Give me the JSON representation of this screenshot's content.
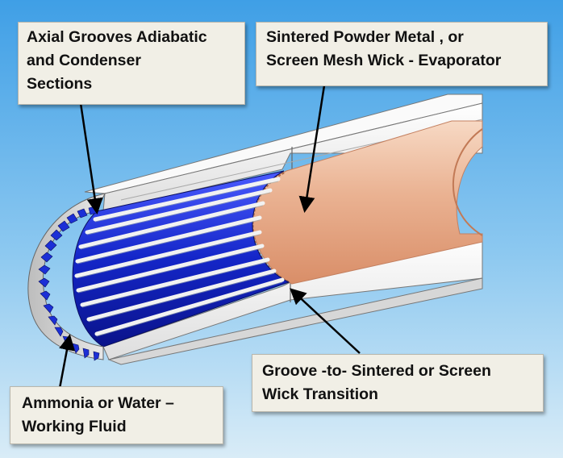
{
  "callouts": {
    "axial_grooves": [
      "Axial Grooves Adiabatic",
      "and Condenser",
      "Sections"
    ],
    "sintered_wick": [
      "Sintered Powder Metal , or",
      "Screen Mesh Wick - Evaporator"
    ],
    "transition": [
      "Groove -to- Sintered or Screen",
      "Wick Transition"
    ],
    "working_fluid": [
      "Ammonia or Water –",
      "Working Fluid"
    ]
  },
  "colors": {
    "sky_top": "#4aa6e8",
    "sky_bottom": "#cfe6f5",
    "pipe_wall": "#f4f4f4",
    "groove_fluid": "#1c2fd6",
    "sintered_wick": "#f0c2a0",
    "callout_bg": "#f1efe6"
  }
}
